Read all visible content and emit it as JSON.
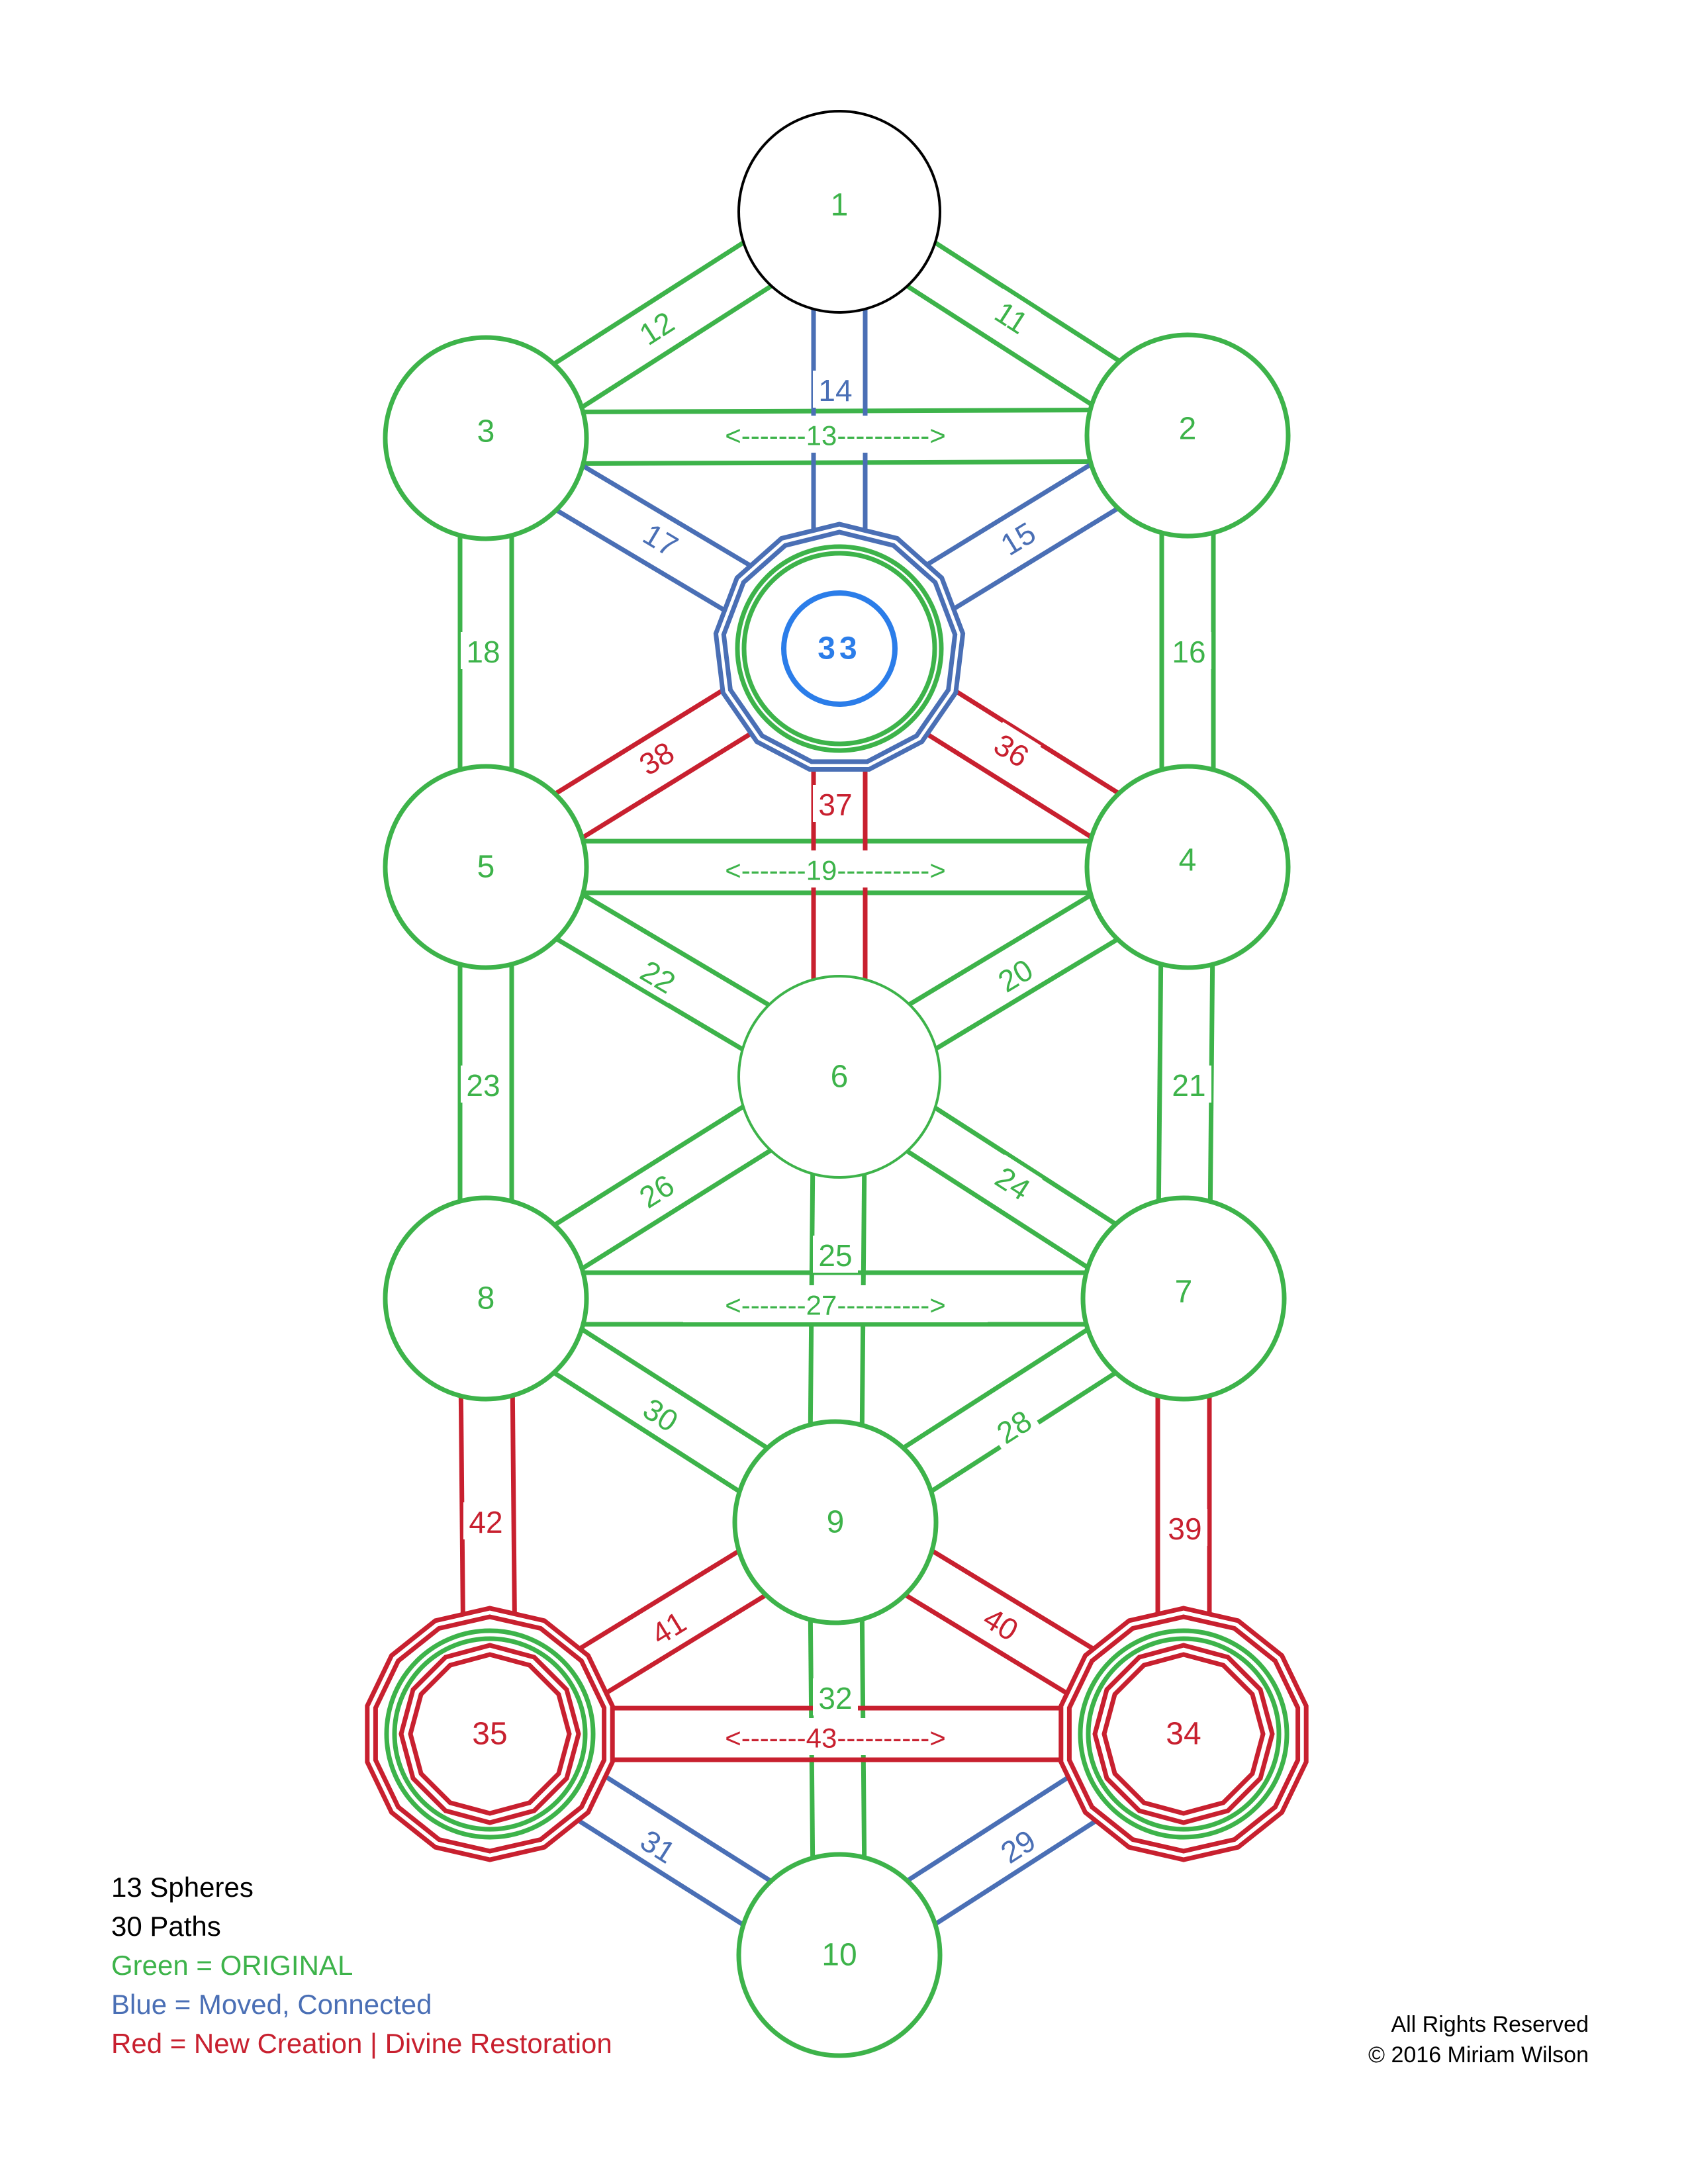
{
  "colors": {
    "green": "#3db34a",
    "blue": "#4a6fb5",
    "red": "#c8202f",
    "black": "#000000",
    "bright_blue": "#2b7de9"
  },
  "spheres": [
    {
      "id": "1",
      "color": "black"
    },
    {
      "id": "2",
      "color": "green"
    },
    {
      "id": "3",
      "color": "green"
    },
    {
      "id": "33",
      "color": "bright_blue"
    },
    {
      "id": "4",
      "color": "green"
    },
    {
      "id": "5",
      "color": "green"
    },
    {
      "id": "6",
      "color": "green"
    },
    {
      "id": "7",
      "color": "green"
    },
    {
      "id": "8",
      "color": "green"
    },
    {
      "id": "9",
      "color": "green"
    },
    {
      "id": "34",
      "color": "red"
    },
    {
      "id": "35",
      "color": "red"
    },
    {
      "id": "10",
      "color": "green"
    }
  ],
  "paths": [
    {
      "label": "11",
      "from": "1",
      "to": "2",
      "color": "green"
    },
    {
      "label": "12",
      "from": "1",
      "to": "3",
      "color": "green"
    },
    {
      "label": "<-------13---------->",
      "from": "3",
      "to": "2",
      "color": "green"
    },
    {
      "label": "14",
      "from": "1",
      "to": "33",
      "color": "blue"
    },
    {
      "label": "15",
      "from": "2",
      "to": "33",
      "color": "blue"
    },
    {
      "label": "16",
      "from": "2",
      "to": "4",
      "color": "green"
    },
    {
      "label": "17",
      "from": "3",
      "to": "33",
      "color": "blue"
    },
    {
      "label": "18",
      "from": "3",
      "to": "5",
      "color": "green"
    },
    {
      "label": "<-------19---------->",
      "from": "5",
      "to": "4",
      "color": "green"
    },
    {
      "label": "20",
      "from": "4",
      "to": "6",
      "color": "green"
    },
    {
      "label": "21",
      "from": "4",
      "to": "7",
      "color": "green"
    },
    {
      "label": "22",
      "from": "5",
      "to": "6",
      "color": "green"
    },
    {
      "label": "23",
      "from": "5",
      "to": "8",
      "color": "green"
    },
    {
      "label": "24",
      "from": "6",
      "to": "7",
      "color": "green"
    },
    {
      "label": "25",
      "from": "6",
      "to": "9",
      "color": "green"
    },
    {
      "label": "26",
      "from": "6",
      "to": "8",
      "color": "green"
    },
    {
      "label": "<-------27---------->",
      "from": "8",
      "to": "7",
      "color": "green"
    },
    {
      "label": "28",
      "from": "7",
      "to": "9",
      "color": "green"
    },
    {
      "label": "29",
      "from": "34",
      "to": "10",
      "color": "blue"
    },
    {
      "label": "30",
      "from": "8",
      "to": "9",
      "color": "green"
    },
    {
      "label": "31",
      "from": "35",
      "to": "10",
      "color": "blue"
    },
    {
      "label": "32",
      "from": "9",
      "to": "10",
      "color": "green"
    },
    {
      "label": "36",
      "from": "33",
      "to": "4",
      "color": "red"
    },
    {
      "label": "37",
      "from": "33",
      "to": "6",
      "color": "red"
    },
    {
      "label": "38",
      "from": "33",
      "to": "5",
      "color": "red"
    },
    {
      "label": "39",
      "from": "7",
      "to": "34",
      "color": "red"
    },
    {
      "label": "40",
      "from": "9",
      "to": "34",
      "color": "red"
    },
    {
      "label": "41",
      "from": "9",
      "to": "35",
      "color": "red"
    },
    {
      "label": "42",
      "from": "8",
      "to": "35",
      "color": "red"
    },
    {
      "label": "<-------43---------->",
      "from": "35",
      "to": "34",
      "color": "red"
    }
  ],
  "legend": {
    "spheres": "13 Spheres",
    "paths": "30 Paths",
    "green": "Green = ORIGINAL",
    "blue": "Blue = Moved, Connected",
    "red": "Red = New Creation | Divine Restoration"
  },
  "copyright": {
    "line1": "All Rights Reserved",
    "line2": "© 2016 Miriam Wilson"
  }
}
